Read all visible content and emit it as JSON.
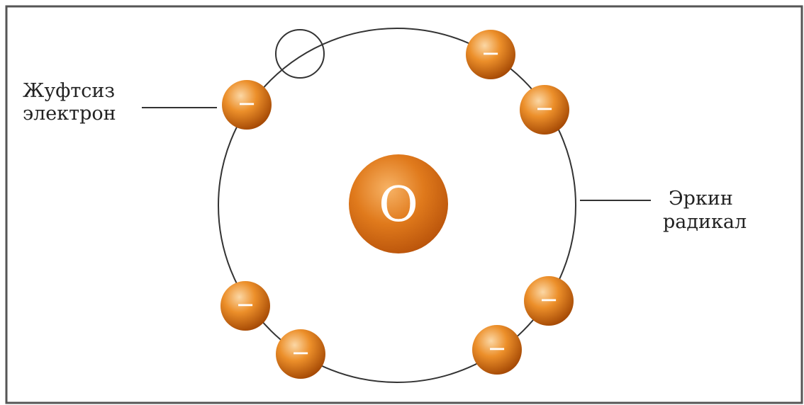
{
  "labels": {
    "unpaired_line1": "Жуфтсиз",
    "unpaired_line2": "электрон",
    "radical_line1": "Эркин",
    "radical_line2": "радикал"
  },
  "nucleus": {
    "symbol": "O"
  },
  "electron": {
    "sign": "−",
    "count": 7
  },
  "vacancy": {
    "count": 1
  },
  "colors": {
    "electron_light": "#fbd7a5",
    "electron_mid": "#ec8f2a",
    "electron_dark": "#a64a05",
    "nucleus_light": "#f7b366",
    "nucleus_dark": "#b8520a",
    "line": "#333333",
    "border": "#555555"
  }
}
